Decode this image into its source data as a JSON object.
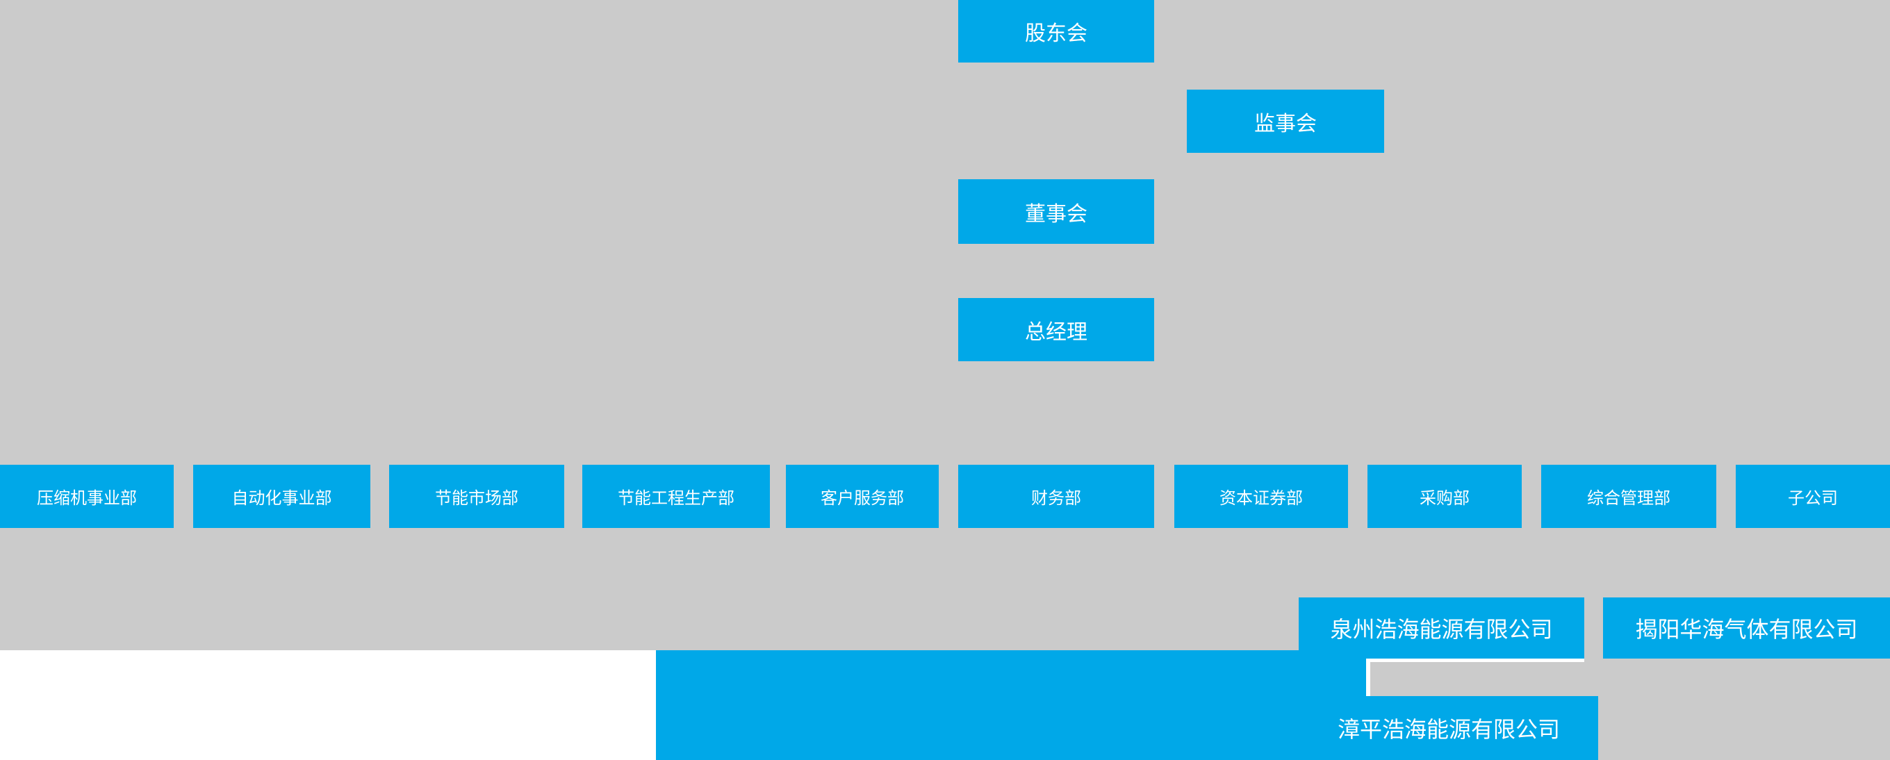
{
  "page": {
    "background_color": "#cbcbcb",
    "node_color": "#00a8e8",
    "node_text_color": "#ffffff"
  },
  "org_chart": {
    "executives": {
      "shareholders": "股东会",
      "supervisory_board": "监事会",
      "board_of_directors": "董事会",
      "general_manager": "总经理"
    },
    "departments": [
      "压缩机事业部",
      "自动化事业部",
      "节能市场部",
      "节能工程生产部",
      "客户服务部",
      "财务部",
      "资本证券部",
      "采购部",
      "综合管理部",
      "子公司"
    ],
    "subsidiaries": {
      "quanzhou": "泉州浩海能源有限公司",
      "jieyang": "揭阳华海气体有限公司",
      "zhangping": "漳平浩海能源有限公司"
    }
  }
}
